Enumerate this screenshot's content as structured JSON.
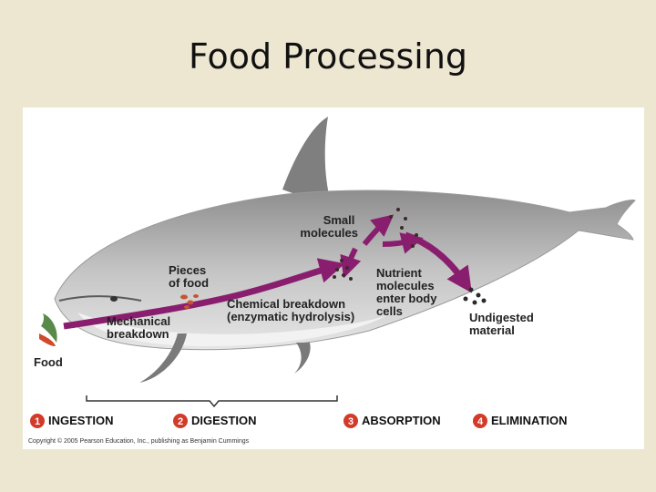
{
  "slide": {
    "title": "Food Processing"
  },
  "labels": {
    "small_molecules": [
      "Small",
      "molecules"
    ],
    "pieces_of_food": [
      "Pieces",
      "of food"
    ],
    "chemical_breakdown": [
      "Chemical breakdown",
      "(enzymatic hydrolysis)"
    ],
    "nutrient_molecules": [
      "Nutrient",
      "molecules",
      "enter body",
      "cells"
    ],
    "mechanical_breakdown": [
      "Mechanical",
      "breakdown"
    ],
    "undigested_material": [
      "Undigested",
      "material"
    ],
    "food": "Food"
  },
  "stages": [
    {
      "number": "1",
      "label": "INGESTION"
    },
    {
      "number": "2",
      "label": "DIGESTION"
    },
    {
      "number": "3",
      "label": "ABSORPTION"
    },
    {
      "number": "4",
      "label": "ELIMINATION"
    }
  ],
  "copyright": "Copyright © 2005 Pearson Education, Inc., publishing as Benjamin Cummings",
  "colors": {
    "background": "#ede7d2",
    "arrow": "#8a1e6e",
    "stage_badge": "#d23a2a",
    "whale": "#b9b9b9"
  }
}
